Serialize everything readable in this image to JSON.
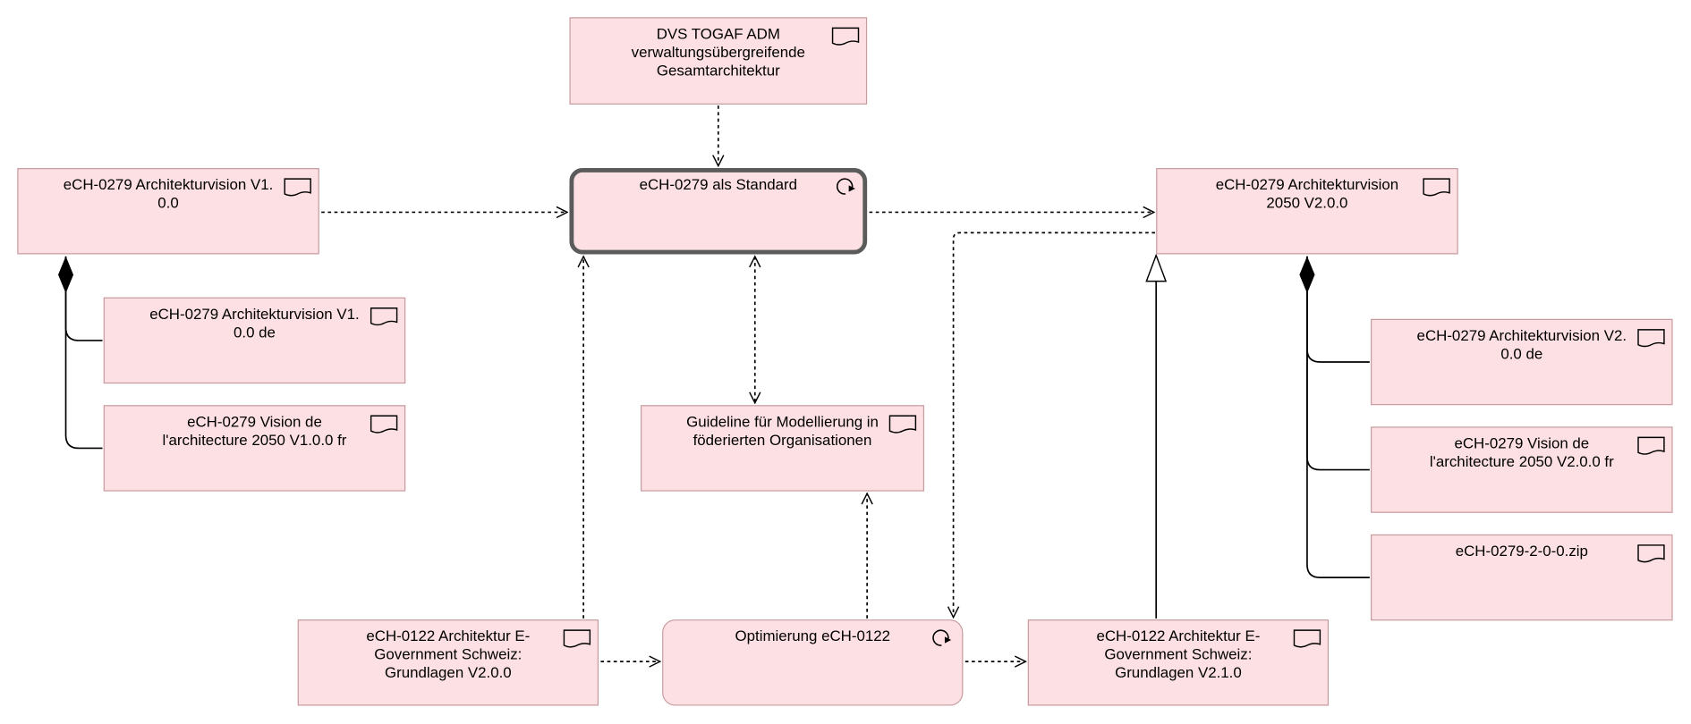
{
  "nodes": {
    "dvs_togaf": {
      "label": "DVS TOGAF ADM\nverwaltungsübergreifende\nGesamtarchitektur",
      "kind": "deliverable",
      "icon": "document-icon"
    },
    "vision_v1": {
      "label": "eCH-0279 Architekturvision V1.\n0.0",
      "kind": "deliverable",
      "icon": "document-icon"
    },
    "standard": {
      "label": "eCH-0279 als Standard",
      "kind": "work-package",
      "icon": "process-loop-icon"
    },
    "vision_v2": {
      "label": "eCH-0279 Architekturvision\n2050 V2.0.0",
      "kind": "deliverable",
      "icon": "document-icon"
    },
    "vision_v1_de": {
      "label": "eCH-0279 Architekturvision V1.\n0.0 de",
      "kind": "deliverable",
      "icon": "document-icon"
    },
    "vision_v1_fr": {
      "label": "eCH-0279 Vision de\nl'architecture 2050 V1.0.0 fr",
      "kind": "deliverable",
      "icon": "document-icon"
    },
    "guideline": {
      "label": "Guideline für Modellierung in\nföderierten Organisationen",
      "kind": "deliverable",
      "icon": "document-icon"
    },
    "vision_v2_de": {
      "label": "eCH-0279 Architekturvision V2.\n0.0 de",
      "kind": "deliverable",
      "icon": "document-icon"
    },
    "vision_v2_fr": {
      "label": "eCH-0279 Vision de\nl'architecture 2050 V2.0.0 fr",
      "kind": "deliverable",
      "icon": "document-icon"
    },
    "zip": {
      "label": "eCH-0279-2-0-0.zip",
      "kind": "deliverable",
      "icon": "document-icon"
    },
    "ech0122_v2": {
      "label": "eCH-0122 Architektur E-\nGovernment Schweiz:\nGrundlagen V2.0.0",
      "kind": "deliverable",
      "icon": "document-icon"
    },
    "optimierung": {
      "label": "Optimierung eCH-0122",
      "kind": "work-package",
      "icon": "process-loop-icon"
    },
    "ech0122_v21": {
      "label": "eCH-0122 Architektur E-\nGovernment Schweiz:\nGrundlagen V2.1.0",
      "kind": "deliverable",
      "icon": "document-icon"
    }
  },
  "relations": [
    {
      "from": "dvs_togaf",
      "to": "standard",
      "type": "access"
    },
    {
      "from": "vision_v1",
      "to": "standard",
      "type": "access"
    },
    {
      "from": "standard",
      "to": "vision_v2",
      "type": "access"
    },
    {
      "from": "standard",
      "to": "guideline",
      "type": "access-bidirectional"
    },
    {
      "from": "ech0122_v2",
      "to": "standard",
      "type": "access"
    },
    {
      "from": "vision_v2",
      "to": "optimierung",
      "type": "access"
    },
    {
      "from": "ech0122_v2",
      "to": "optimierung",
      "type": "access"
    },
    {
      "from": "optimierung",
      "to": "guideline",
      "type": "access"
    },
    {
      "from": "optimierung",
      "to": "ech0122_v21",
      "type": "access"
    },
    {
      "from": "ech0122_v21",
      "to": "vision_v2",
      "type": "specialization"
    },
    {
      "from": "vision_v1",
      "to": "vision_v1_de",
      "type": "composition"
    },
    {
      "from": "vision_v1",
      "to": "vision_v1_fr",
      "type": "composition"
    },
    {
      "from": "vision_v2",
      "to": "vision_v2_de",
      "type": "composition"
    },
    {
      "from": "vision_v2",
      "to": "vision_v2_fr",
      "type": "composition"
    },
    {
      "from": "vision_v2",
      "to": "zip",
      "type": "composition"
    }
  ],
  "colors": {
    "fill": "#fde0e3",
    "border": "#c79ca0",
    "focus_border": "#5b5b5b",
    "line": "#000000"
  }
}
